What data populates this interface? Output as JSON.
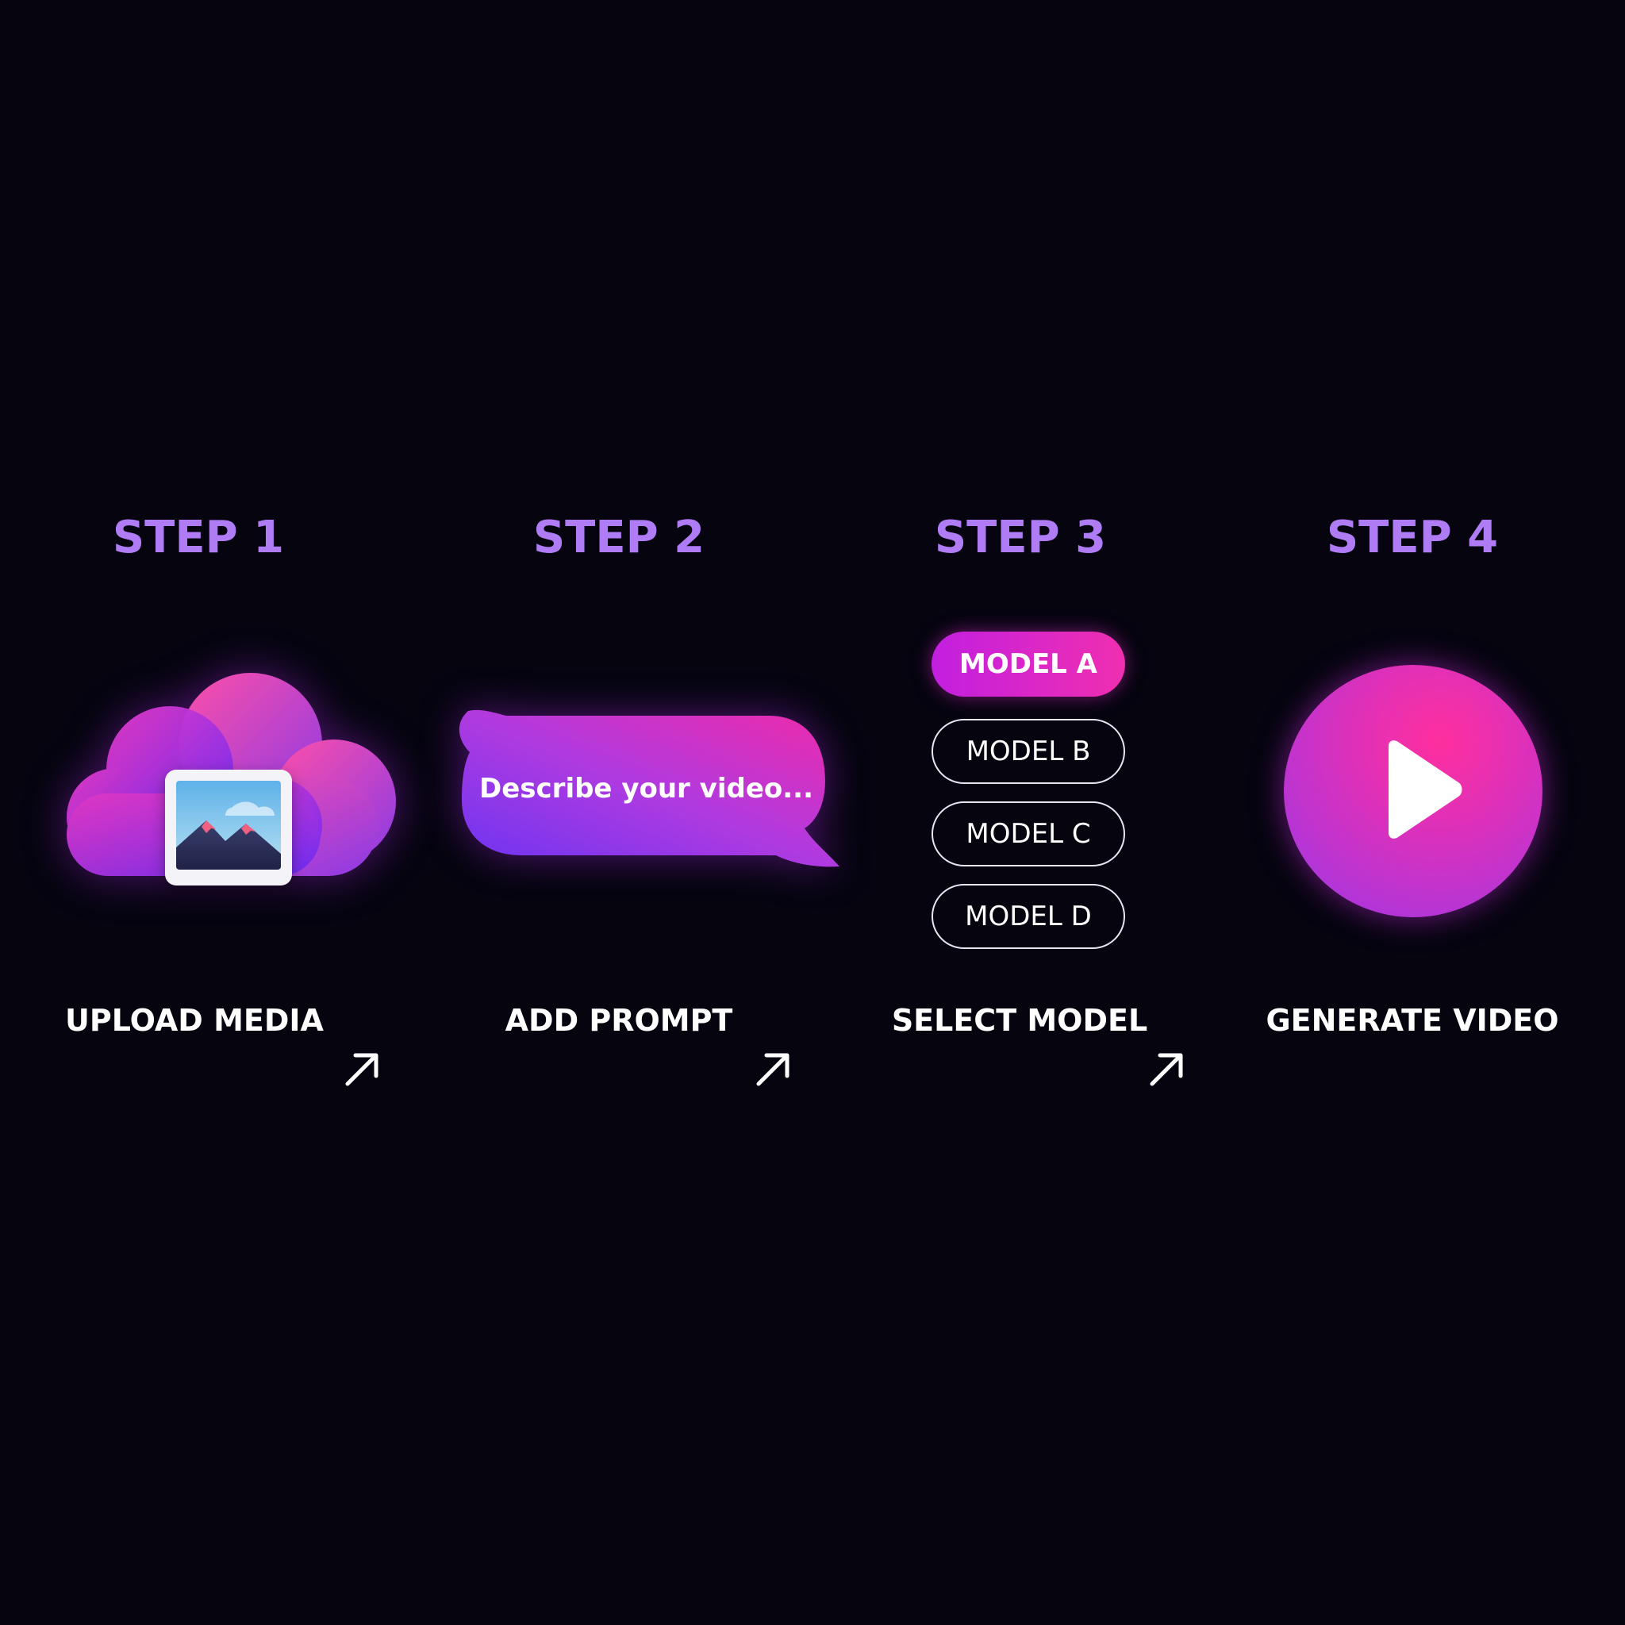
{
  "colors": {
    "background": "#05040f",
    "step_title": "#b07cf6",
    "label": "#ffffff",
    "gradient_purple": "#7b3bf0",
    "gradient_pink": "#f02fb0"
  },
  "steps": [
    {
      "title": "STEP 1",
      "label": "UPLOAD MEDIA",
      "graphic": "cloud-upload-with-photo-icon",
      "has_arrow": true
    },
    {
      "title": "STEP 2",
      "label": "ADD PROMPT",
      "graphic": "prompt-speech-bubble",
      "prompt_placeholder": "Describe your video...",
      "has_arrow": true
    },
    {
      "title": "STEP 3",
      "label": "SELECT MODEL",
      "graphic": "model-selector",
      "models": [
        "MODEL A",
        "MODEL B",
        "MODEL C",
        "MODEL D"
      ],
      "selected_model": "MODEL A",
      "has_arrow": true
    },
    {
      "title": "STEP 4",
      "label": "GENERATE VIDEO",
      "graphic": "play-icon",
      "has_arrow": false
    }
  ],
  "icons": {
    "next_arrow": "arrow-up-right-icon",
    "upload": "cloud-icon",
    "photo": "image-icon",
    "generate": "play-icon"
  }
}
